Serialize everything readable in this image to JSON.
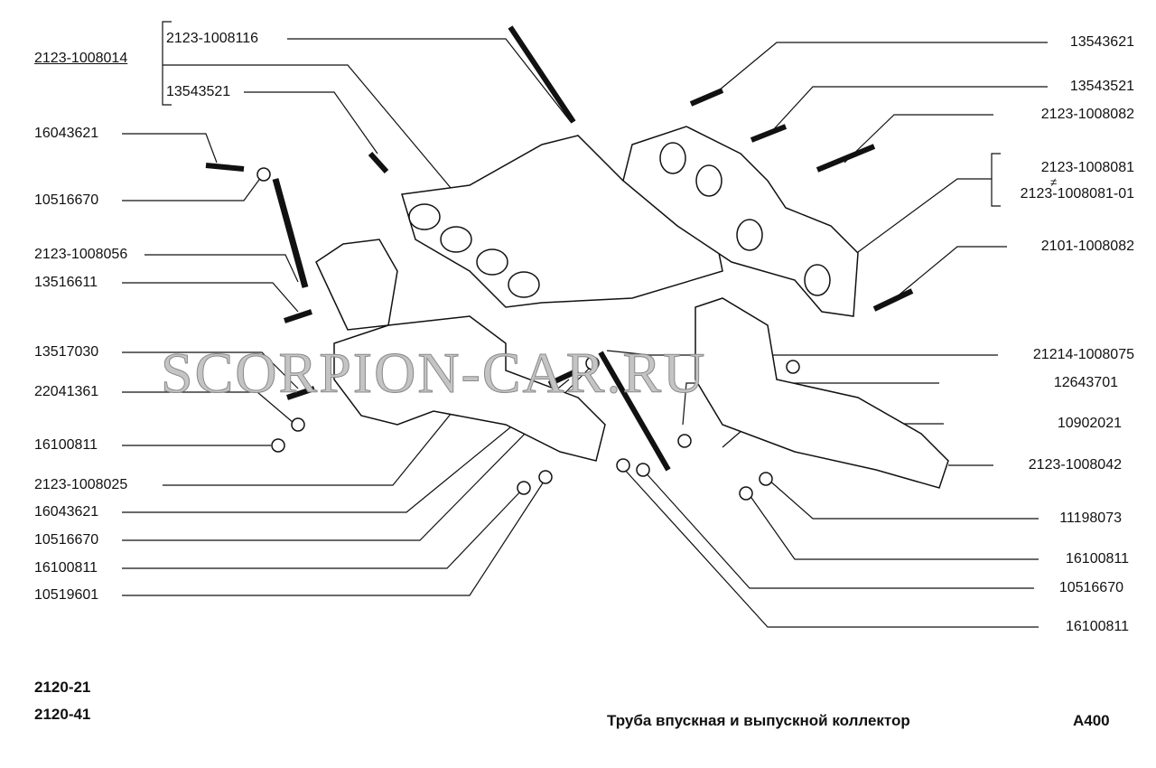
{
  "assembly": {
    "label": "2123-1008014",
    "children": [
      "2123-1008116",
      "13543521"
    ]
  },
  "left_labels": [
    "16043621",
    "10516670",
    "2123-1008056",
    "13516611",
    "13517030",
    "22041361",
    "16100811",
    "2123-1008025",
    "16043621",
    "10516670",
    "16100811",
    "10519601"
  ],
  "right_labels": [
    "13543621",
    "13543521",
    "2123-1008082",
    "2123-1008081",
    "2123-1008081-01",
    "2101-1008082",
    "21214-1008075",
    "12643701",
    "10902021",
    "2123-1008042",
    "11198073",
    "16100811",
    "10516670",
    "16100811"
  ],
  "alt_symbol": "≠",
  "models": [
    "2120-21",
    "2120-41"
  ],
  "title": "Труба впускная и выпускной коллектор",
  "page_code": "A400",
  "watermark": "SCORPION-CAR.RU"
}
